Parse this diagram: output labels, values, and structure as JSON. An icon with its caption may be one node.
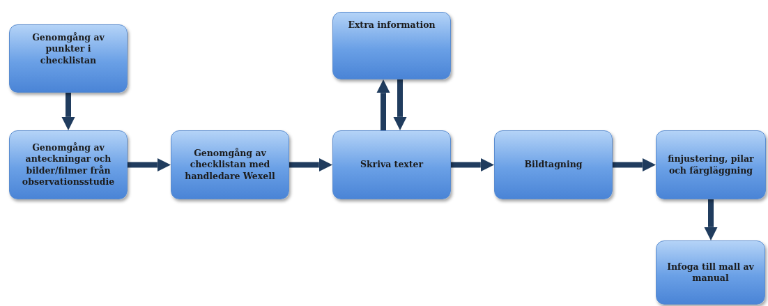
{
  "diagram": {
    "nodes": [
      {
        "text": [
          "Genomgång av punkter i checklistan"
        ]
      },
      {
        "text": [
          "Genomgång av anteckningar och bilder/filmer från observationsstudie"
        ]
      },
      {
        "text": [
          "Genomgång av checklistan med handledare Wexell"
        ]
      },
      {
        "text": [
          "Extra information"
        ]
      },
      {
        "text": [
          "Skriva texter"
        ]
      },
      {
        "text": [
          "Bildtagning"
        ]
      },
      {
        "text": [
          "finjustering, pilar och färgläggning"
        ]
      },
      {
        "text": [
          "Infoga till mall av manual"
        ]
      }
    ],
    "edges": [
      {
        "from": 0,
        "to": 1,
        "arrow": "to"
      },
      {
        "from": 1,
        "to": 2,
        "arrow": "to"
      },
      {
        "from": 2,
        "to": 4,
        "arrow": "to"
      },
      {
        "from": 4,
        "to": 3,
        "arrow": "to"
      },
      {
        "from": 3,
        "to": 4,
        "arrow": "to"
      },
      {
        "from": 4,
        "to": 5,
        "arrow": "to"
      },
      {
        "from": 5,
        "to": 6,
        "arrow": "to"
      },
      {
        "from": 6,
        "to": 7,
        "arrow": "to"
      }
    ]
  }
}
